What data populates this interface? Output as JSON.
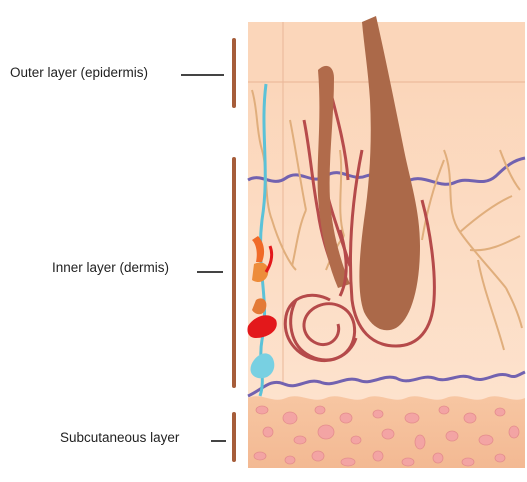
{
  "labels": {
    "outer": "Outer layer (epidermis)",
    "inner": "Inner layer (dermis)",
    "subcutaneous": "Subcutaneous layer"
  },
  "colors": {
    "epidermis": "#fbd9bf",
    "dermis": "#fcdcc4",
    "subcutaneous": "#f7c7a4",
    "hair": "#a8684a",
    "blood_vessel": "#6d5fa8",
    "artery": "#e3181b",
    "nerve": "#e2b07c",
    "lymph": "#59c1d6",
    "gland": "#b54a4a",
    "bracket": "#a65d3a"
  }
}
